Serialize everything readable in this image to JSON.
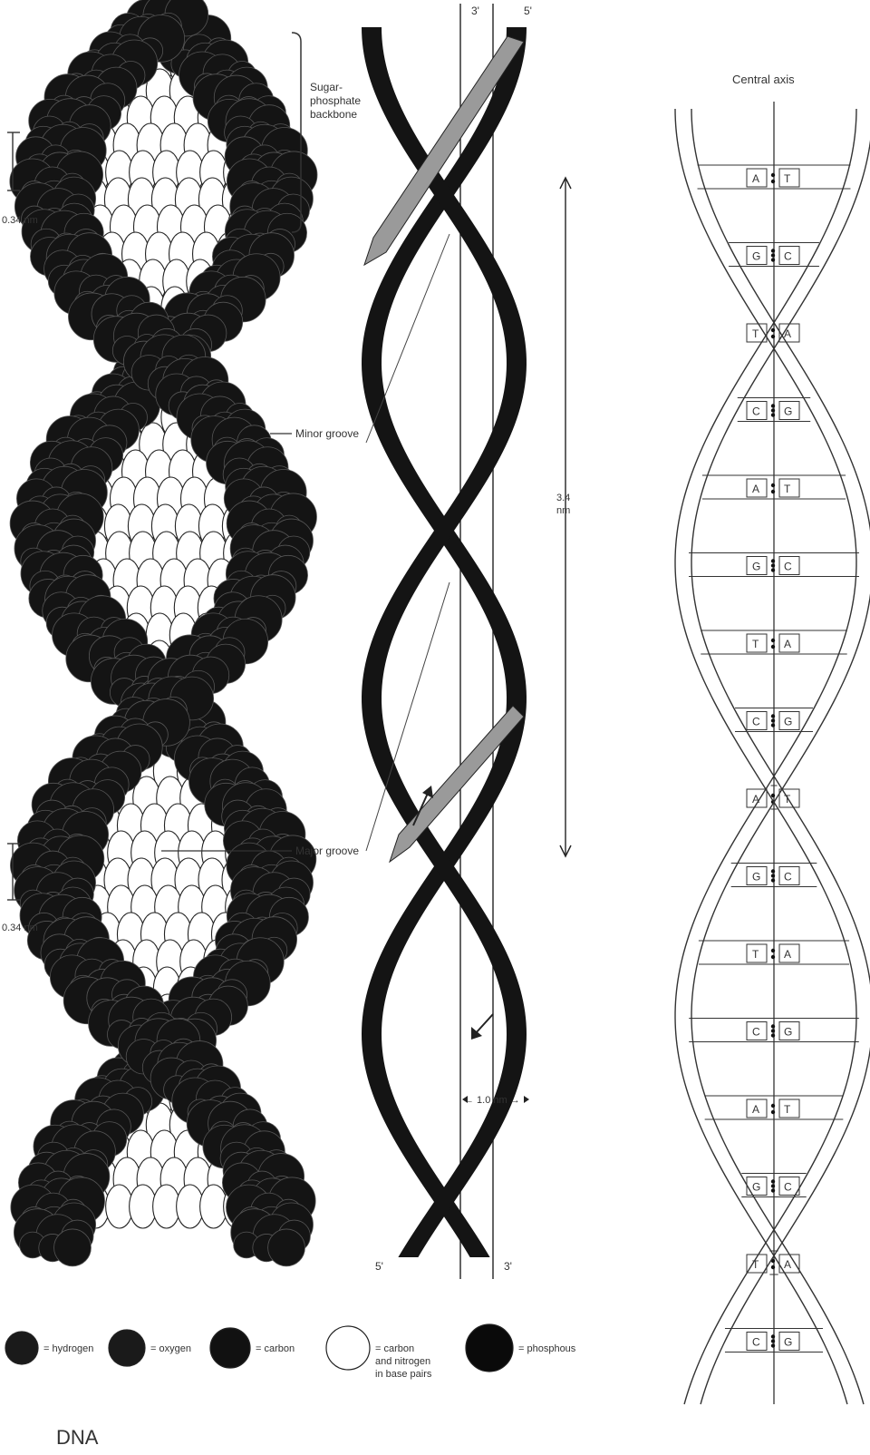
{
  "panel_a": {
    "backbone_label": "Sugar-\nphosphate\nbackbone",
    "spacing_top": "0.34 nm",
    "spacing_bottom": "0.34 nm",
    "minor_groove": "Minor groove",
    "major_groove": "Major groove",
    "caption": "DNA",
    "legend": [
      {
        "key": "hydrogen",
        "text": "= hydrogen",
        "color": "#1a1a1a"
      },
      {
        "key": "oxygen",
        "text": "= oxygen",
        "color": "#1a1a1a"
      },
      {
        "key": "carbon",
        "text": "= carbon",
        "color": "#111111"
      },
      {
        "key": "base",
        "text": "= carbon\nand nitrogen\nin base pairs",
        "color": "#ffffff"
      },
      {
        "key": "phosphous",
        "text": "= phosphous",
        "color": "#0a0a0a"
      }
    ]
  },
  "panel_b": {
    "top_left": "3'",
    "top_right": "5'",
    "bottom_left": "5'",
    "bottom_right": "3'",
    "pitch": "3.4\nnm",
    "width": "1.0 nm"
  },
  "panel_c": {
    "central_axis": "Central axis",
    "pairs": [
      [
        "A",
        "T"
      ],
      [
        "G",
        "C"
      ],
      [
        "T",
        "A"
      ],
      [
        "C",
        "G"
      ],
      [
        "A",
        "T"
      ],
      [
        "G",
        "C"
      ],
      [
        "T",
        "A"
      ],
      [
        "C",
        "G"
      ],
      [
        "A",
        "T"
      ],
      [
        "G",
        "C"
      ],
      [
        "T",
        "A"
      ],
      [
        "C",
        "G"
      ],
      [
        "A",
        "T"
      ],
      [
        "G",
        "C"
      ],
      [
        "T",
        "A"
      ],
      [
        "C",
        "G"
      ]
    ]
  },
  "colors": {
    "ink": "#141414",
    "paper": "#ffffff",
    "ribbon_grey": "#9a9a9a"
  }
}
